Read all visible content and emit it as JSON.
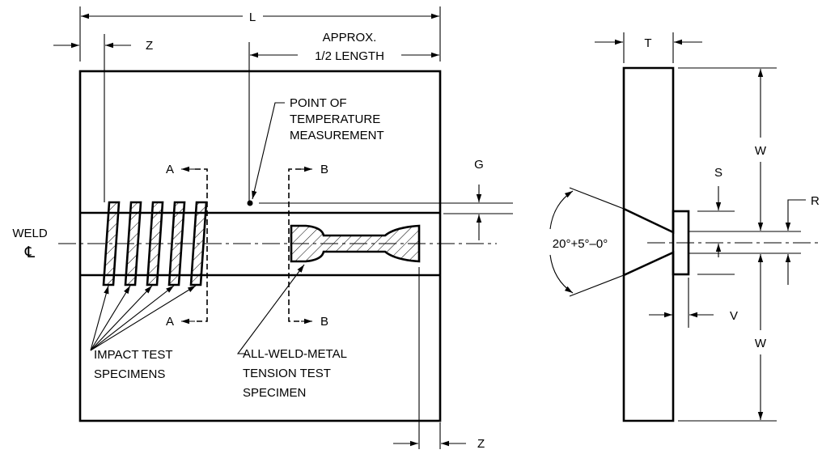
{
  "left_view": {
    "dim_L": "L",
    "dim_Z": "Z",
    "approx_line1": "APPROX.",
    "approx_line2": "1/2 LENGTH",
    "temp_line1": "POINT OF",
    "temp_line2": "TEMPERATURE",
    "temp_line3": "MEASUREMENT",
    "section_A": "A",
    "section_B": "B",
    "dim_G": "G",
    "weld_label": "WELD",
    "centerline_symbol": "℄",
    "impact_line1": "IMPACT TEST",
    "impact_line2": "SPECIMENS",
    "tension_line1": "ALL-WELD-METAL",
    "tension_line2": "TENSION TEST",
    "tension_line3": "SPECIMEN"
  },
  "right_view": {
    "dim_T": "T",
    "dim_W": "W",
    "dim_S": "S",
    "dim_R": "R",
    "dim_V": "V",
    "groove_angle": "20°+5°–0°"
  }
}
